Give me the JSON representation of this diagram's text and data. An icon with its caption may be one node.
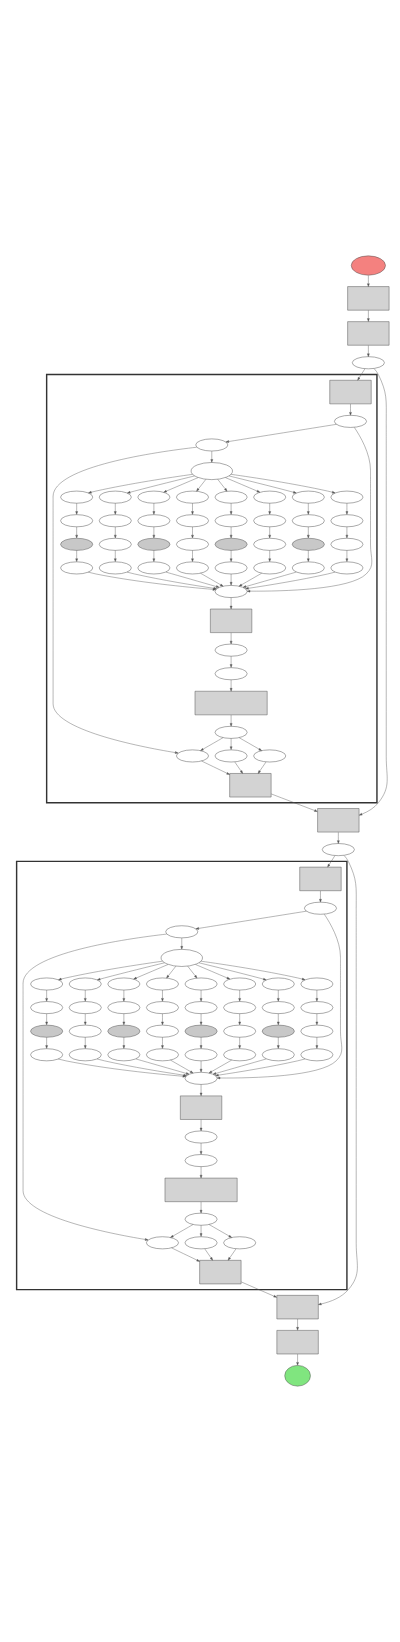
{
  "diagram": {
    "nodes": [
      {
        "text": [],
        "shape": "ellipse"
      },
      {
        "text": [],
        "shape": "box"
      },
      {
        "text": [],
        "shape": "box"
      },
      {
        "text": [],
        "shape": "ellipse"
      },
      {
        "text": [],
        "shape": "box"
      },
      {
        "text": [],
        "shape": "box",
        "in": 4
      },
      {
        "text": [],
        "shape": "ellipse",
        "in": 4
      },
      {
        "text": [],
        "shape": "ellipse",
        "in": 4
      },
      {
        "text": [],
        "shape": "ellipse",
        "in": 4
      },
      {
        "text": [],
        "shape": "ellipse",
        "in": 4
      },
      {
        "text": [],
        "shape": "ellipse",
        "in": 4
      },
      {
        "text": [],
        "shape": "ellipse",
        "in": 4
      },
      {
        "text": [],
        "shape": "ellipse",
        "in": 4
      },
      {
        "text": [],
        "shape": "ellipse",
        "in": 4
      },
      {
        "text": [],
        "shape": "ellipse",
        "in": 4
      },
      {
        "text": [],
        "shape": "ellipse",
        "in": 4
      },
      {
        "text": [],
        "shape": "ellipse",
        "in": 4
      },
      {
        "text": [],
        "shape": "ellipse",
        "in": 4
      },
      {
        "text": [],
        "shape": "ellipse",
        "in": 4
      },
      {
        "text": [],
        "shape": "ellipse",
        "in": 4
      },
      {
        "text": [],
        "shape": "ellipse",
        "in": 4
      },
      {
        "text": [],
        "shape": "ellipse",
        "in": 4
      },
      {
        "text": [],
        "shape": "ellipse",
        "in": 4
      },
      {
        "text": [],
        "shape": "ellipse",
        "in": 4
      },
      {
        "text": [],
        "shape": "ellipse",
        "in": 4
      },
      {
        "text": [],
        "shape": "ellipse",
        "in": 4
      },
      {
        "text": [],
        "shape": "ellipse",
        "in": 4
      },
      {
        "text": [],
        "shape": "ellipse",
        "in": 4
      },
      {
        "text": [],
        "shape": "ellipse",
        "in": 4
      },
      {
        "text": [],
        "shape": "ellipse",
        "in": 4
      },
      {
        "text": [],
        "shape": "ellipse",
        "in": 4
      },
      {
        "text": [],
        "shape": "ellipse",
        "in": 4
      },
      {
        "text": [],
        "shape": "ellipse",
        "in": 4
      },
      {
        "text": [],
        "shape": "ellipse",
        "in": 4
      },
      {
        "text": [],
        "shape": "ellipse",
        "in": 4
      },
      {
        "text": [],
        "shape": "ellipse",
        "in": 4
      },
      {
        "text": [],
        "shape": "ellipse",
        "in": 4
      },
      {
        "text": [],
        "shape": "ellipse",
        "in": 4
      },
      {
        "text": [],
        "shape": "ellipse",
        "in": 4
      },
      {
        "text": [],
        "shape": "ellipse",
        "in": 4
      },
      {
        "text": [],
        "shape": "ellipse",
        "in": 4
      },
      {
        "text": [],
        "shape": "ellipse",
        "in": 4
      },
      {
        "text": [],
        "shape": "box",
        "in": 4
      },
      {
        "text": [],
        "shape": "ellipse",
        "in": 4
      },
      {
        "text": [],
        "shape": "ellipse",
        "in": 4
      },
      {
        "text": [],
        "shape": "box",
        "in": 4
      },
      {
        "text": [],
        "shape": "ellipse",
        "in": 4
      },
      {
        "text": [],
        "shape": "ellipse",
        "in": 4
      },
      {
        "text": [],
        "shape": "ellipse",
        "in": 4
      },
      {
        "text": [],
        "shape": "ellipse",
        "in": 4
      },
      {
        "text": [],
        "shape": "box",
        "in": 4
      },
      {
        "text": [],
        "shape": "box"
      },
      {
        "text": [],
        "shape": "ellipse"
      },
      {
        "text": [],
        "shape": "box"
      },
      {
        "text": [],
        "shape": "box",
        "in": 53
      },
      {
        "text": [],
        "shape": "ellipse",
        "in": 53
      },
      {
        "text": [],
        "shape": "ellipse",
        "in": 53
      },
      {
        "text": [],
        "shape": "ellipse",
        "in": 53
      },
      {
        "text": [],
        "shape": "ellipse",
        "in": 53
      },
      {
        "text": [],
        "shape": "ellipse",
        "in": 53
      },
      {
        "text": [],
        "shape": "ellipse",
        "in": 53
      },
      {
        "text": [],
        "shape": "ellipse",
        "in": 53
      },
      {
        "text": [],
        "shape": "ellipse",
        "in": 53
      },
      {
        "text": [],
        "shape": "ellipse",
        "in": 53
      },
      {
        "text": [],
        "shape": "ellipse",
        "in": 53
      },
      {
        "text": [],
        "shape": "ellipse",
        "in": 53
      },
      {
        "text": [],
        "shape": "ellipse",
        "in": 53
      },
      {
        "text": [],
        "shape": "ellipse",
        "in": 53
      },
      {
        "text": [],
        "shape": "ellipse",
        "in": 53
      },
      {
        "text": [],
        "shape": "ellipse",
        "in": 53
      },
      {
        "text": [],
        "shape": "ellipse",
        "in": 53
      },
      {
        "text": [],
        "shape": "ellipse",
        "in": 53
      },
      {
        "text": [],
        "shape": "ellipse",
        "in": 53
      },
      {
        "text": [],
        "shape": "ellipse",
        "in": 53
      },
      {
        "text": [],
        "shape": "ellipse",
        "in": 53
      },
      {
        "text": [],
        "shape": "ellipse",
        "in": 53
      },
      {
        "text": [],
        "shape": "ellipse",
        "in": 53
      },
      {
        "text": [],
        "shape": "ellipse",
        "in": 53
      },
      {
        "text": [],
        "shape": "ellipse",
        "in": 53
      },
      {
        "text": [],
        "shape": "ellipse",
        "in": 53
      },
      {
        "text": [],
        "shape": "ellipse",
        "in": 53
      },
      {
        "text": [],
        "shape": "ellipse",
        "in": 53
      },
      {
        "text": [],
        "shape": "ellipse",
        "in": 53
      },
      {
        "text": [],
        "shape": "ellipse",
        "in": 53
      },
      {
        "text": [],
        "shape": "ellipse",
        "in": 53
      },
      {
        "text": [],
        "shape": "ellipse",
        "in": 53
      },
      {
        "text": [],
        "shape": "ellipse",
        "in": 53
      },
      {
        "text": [],
        "shape": "ellipse",
        "in": 53
      },
      {
        "text": [],
        "shape": "ellipse",
        "in": 53
      },
      {
        "text": [],
        "shape": "ellipse",
        "in": 53
      },
      {
        "text": [],
        "shape": "ellipse",
        "in": 53
      },
      {
        "text": [],
        "shape": "box",
        "in": 53
      },
      {
        "text": [],
        "shape": "ellipse",
        "in": 53
      },
      {
        "text": [],
        "shape": "ellipse",
        "in": 53
      },
      {
        "text": [],
        "shape": "box",
        "in": 53
      },
      {
        "text": [],
        "shape": "ellipse",
        "in": 53
      },
      {
        "text": [],
        "shape": "ellipse",
        "in": 53
      },
      {
        "text": [],
        "shape": "ellipse",
        "in": 53
      },
      {
        "text": [],
        "shape": "ellipse",
        "in": 53
      },
      {
        "text": [],
        "shape": "box",
        "in": 53
      },
      {
        "text": [],
        "shape": "box"
      },
      {
        "text": [],
        "shape": "box"
      },
      {
        "text": [],
        "shape": "ellipse"
      }
    ],
    "edges": [
      {
        "from": 0,
        "to": 1,
        "arrow": "to"
      },
      {
        "from": 1,
        "to": 2,
        "arrow": "to"
      },
      {
        "from": 2,
        "to": 3,
        "arrow": "to"
      },
      {
        "from": 3,
        "to": 5,
        "arrow": "to"
      },
      {
        "from": 3,
        "to": 51,
        "arrow": "to"
      },
      {
        "from": 5,
        "to": 6,
        "arrow": "to"
      },
      {
        "from": 6,
        "to": 7,
        "arrow": "to"
      },
      {
        "from": 7,
        "to": 8,
        "arrow": "to"
      },
      {
        "from": 8,
        "to": 9,
        "arrow": "to"
      },
      {
        "from": 8,
        "to": 13,
        "arrow": "to"
      },
      {
        "from": 8,
        "to": 17,
        "arrow": "to"
      },
      {
        "from": 8,
        "to": 21,
        "arrow": "to"
      },
      {
        "from": 8,
        "to": 25,
        "arrow": "to"
      },
      {
        "from": 8,
        "to": 29,
        "arrow": "to"
      },
      {
        "from": 8,
        "to": 33,
        "arrow": "to"
      },
      {
        "from": 8,
        "to": 37,
        "arrow": "to"
      },
      {
        "from": 9,
        "to": 10,
        "arrow": "to"
      },
      {
        "from": 10,
        "to": 11,
        "arrow": "to"
      },
      {
        "from": 11,
        "to": 12,
        "arrow": "to"
      },
      {
        "from": 13,
        "to": 14,
        "arrow": "to"
      },
      {
        "from": 14,
        "to": 15,
        "arrow": "to"
      },
      {
        "from": 15,
        "to": 16,
        "arrow": "to"
      },
      {
        "from": 17,
        "to": 18,
        "arrow": "to"
      },
      {
        "from": 18,
        "to": 19,
        "arrow": "to"
      },
      {
        "from": 19,
        "to": 20,
        "arrow": "to"
      },
      {
        "from": 21,
        "to": 22,
        "arrow": "to"
      },
      {
        "from": 22,
        "to": 23,
        "arrow": "to"
      },
      {
        "from": 23,
        "to": 24,
        "arrow": "to"
      },
      {
        "from": 25,
        "to": 26,
        "arrow": "to"
      },
      {
        "from": 26,
        "to": 27,
        "arrow": "to"
      },
      {
        "from": 27,
        "to": 28,
        "arrow": "to"
      },
      {
        "from": 29,
        "to": 30,
        "arrow": "to"
      },
      {
        "from": 30,
        "to": 31,
        "arrow": "to"
      },
      {
        "from": 31,
        "to": 32,
        "arrow": "to"
      },
      {
        "from": 33,
        "to": 34,
        "arrow": "to"
      },
      {
        "from": 34,
        "to": 35,
        "arrow": "to"
      },
      {
        "from": 35,
        "to": 36,
        "arrow": "to"
      },
      {
        "from": 37,
        "to": 38,
        "arrow": "to"
      },
      {
        "from": 38,
        "to": 39,
        "arrow": "to"
      },
      {
        "from": 39,
        "to": 40,
        "arrow": "to"
      },
      {
        "from": 12,
        "to": 41,
        "arrow": "to"
      },
      {
        "from": 16,
        "to": 41,
        "arrow": "to"
      },
      {
        "from": 20,
        "to": 41,
        "arrow": "to"
      },
      {
        "from": 24,
        "to": 41,
        "arrow": "to"
      },
      {
        "from": 28,
        "to": 41,
        "arrow": "to"
      },
      {
        "from": 32,
        "to": 41,
        "arrow": "to"
      },
      {
        "from": 36,
        "to": 41,
        "arrow": "to"
      },
      {
        "from": 40,
        "to": 41,
        "arrow": "to"
      },
      {
        "from": 6,
        "to": 41,
        "arrow": "to"
      },
      {
        "from": 7,
        "to": 49,
        "arrow": "to"
      },
      {
        "from": 41,
        "to": 42,
        "arrow": "to"
      },
      {
        "from": 42,
        "to": 43,
        "arrow": "to"
      },
      {
        "from": 43,
        "to": 44,
        "arrow": "to"
      },
      {
        "from": 44,
        "to": 45,
        "arrow": "to"
      },
      {
        "from": 45,
        "to": 46,
        "arrow": "to"
      },
      {
        "from": 46,
        "to": 47,
        "arrow": "to"
      },
      {
        "from": 46,
        "to": 48,
        "arrow": "to"
      },
      {
        "from": 46,
        "to": 49,
        "arrow": "to"
      },
      {
        "from": 47,
        "to": 50,
        "arrow": "to"
      },
      {
        "from": 48,
        "to": 50,
        "arrow": "to"
      },
      {
        "from": 49,
        "to": 50,
        "arrow": "to"
      },
      {
        "from": 50,
        "to": 51,
        "arrow": "to"
      },
      {
        "from": 51,
        "to": 52,
        "arrow": "to"
      },
      {
        "from": 52,
        "to": 54,
        "arrow": "to"
      },
      {
        "from": 52,
        "to": 100,
        "arrow": "to"
      },
      {
        "from": 54,
        "to": 55,
        "arrow": "to"
      },
      {
        "from": 55,
        "to": 56,
        "arrow": "to"
      },
      {
        "from": 56,
        "to": 57,
        "arrow": "to"
      },
      {
        "from": 57,
        "to": 58,
        "arrow": "to"
      },
      {
        "from": 57,
        "to": 62,
        "arrow": "to"
      },
      {
        "from": 57,
        "to": 66,
        "arrow": "to"
      },
      {
        "from": 57,
        "to": 70,
        "arrow": "to"
      },
      {
        "from": 57,
        "to": 74,
        "arrow": "to"
      },
      {
        "from": 57,
        "to": 78,
        "arrow": "to"
      },
      {
        "from": 57,
        "to": 82,
        "arrow": "to"
      },
      {
        "from": 57,
        "to": 86,
        "arrow": "to"
      },
      {
        "from": 58,
        "to": 59,
        "arrow": "to"
      },
      {
        "from": 59,
        "to": 60,
        "arrow": "to"
      },
      {
        "from": 60,
        "to": 61,
        "arrow": "to"
      },
      {
        "from": 62,
        "to": 63,
        "arrow": "to"
      },
      {
        "from": 63,
        "to": 64,
        "arrow": "to"
      },
      {
        "from": 64,
        "to": 65,
        "arrow": "to"
      },
      {
        "from": 66,
        "to": 67,
        "arrow": "to"
      },
      {
        "from": 67,
        "to": 68,
        "arrow": "to"
      },
      {
        "from": 68,
        "to": 69,
        "arrow": "to"
      },
      {
        "from": 70,
        "to": 71,
        "arrow": "to"
      },
      {
        "from": 71,
        "to": 72,
        "arrow": "to"
      },
      {
        "from": 72,
        "to": 73,
        "arrow": "to"
      },
      {
        "from": 74,
        "to": 75,
        "arrow": "to"
      },
      {
        "from": 75,
        "to": 76,
        "arrow": "to"
      },
      {
        "from": 76,
        "to": 77,
        "arrow": "to"
      },
      {
        "from": 78,
        "to": 79,
        "arrow": "to"
      },
      {
        "from": 79,
        "to": 80,
        "arrow": "to"
      },
      {
        "from": 80,
        "to": 81,
        "arrow": "to"
      },
      {
        "from": 82,
        "to": 83,
        "arrow": "to"
      },
      {
        "from": 83,
        "to": 84,
        "arrow": "to"
      },
      {
        "from": 84,
        "to": 85,
        "arrow": "to"
      },
      {
        "from": 86,
        "to": 87,
        "arrow": "to"
      },
      {
        "from": 87,
        "to": 88,
        "arrow": "to"
      },
      {
        "from": 88,
        "to": 89,
        "arrow": "to"
      },
      {
        "from": 61,
        "to": 90,
        "arrow": "to"
      },
      {
        "from": 65,
        "to": 90,
        "arrow": "to"
      },
      {
        "from": 69,
        "to": 90,
        "arrow": "to"
      },
      {
        "from": 73,
        "to": 90,
        "arrow": "to"
      },
      {
        "from": 77,
        "to": 90,
        "arrow": "to"
      },
      {
        "from": 81,
        "to": 90,
        "arrow": "to"
      },
      {
        "from": 85,
        "to": 90,
        "arrow": "to"
      },
      {
        "from": 89,
        "to": 90,
        "arrow": "to"
      },
      {
        "from": 55,
        "to": 90,
        "arrow": "to"
      },
      {
        "from": 56,
        "to": 98,
        "arrow": "to"
      },
      {
        "from": 90,
        "to": 91,
        "arrow": "to"
      },
      {
        "from": 91,
        "to": 92,
        "arrow": "to"
      },
      {
        "from": 92,
        "to": 93,
        "arrow": "to"
      },
      {
        "from": 93,
        "to": 94,
        "arrow": "to"
      },
      {
        "from": 94,
        "to": 95,
        "arrow": "to"
      },
      {
        "from": 95,
        "to": 96,
        "arrow": "to"
      },
      {
        "from": 95,
        "to": 97,
        "arrow": "to"
      },
      {
        "from": 95,
        "to": 98,
        "arrow": "to"
      },
      {
        "from": 96,
        "to": 99,
        "arrow": "to"
      },
      {
        "from": 97,
        "to": 99,
        "arrow": "to"
      },
      {
        "from": 98,
        "to": 99,
        "arrow": "to"
      },
      {
        "from": 99,
        "to": 100,
        "arrow": "to"
      },
      {
        "from": 100,
        "to": 101,
        "arrow": "to"
      },
      {
        "from": 101,
        "to": 102,
        "arrow": "to"
      }
    ]
  }
}
